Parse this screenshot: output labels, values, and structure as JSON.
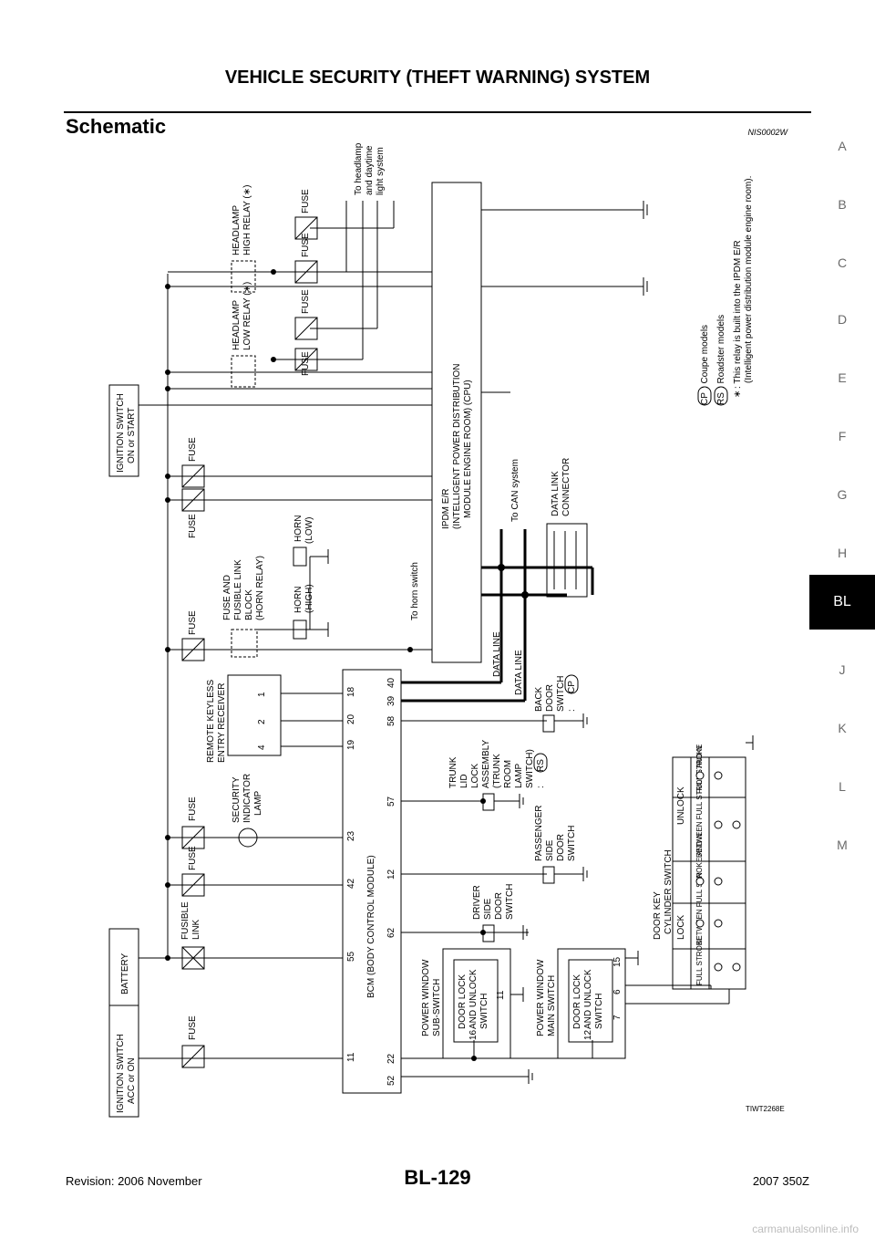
{
  "header": {
    "title": "VEHICLE SECURITY (THEFT WARNING) SYSTEM"
  },
  "section": {
    "title": "Schematic",
    "ref_code": "NIS0002W"
  },
  "side_nav": {
    "items": [
      "A",
      "B",
      "C",
      "D",
      "E",
      "F",
      "G",
      "H",
      "BL",
      "J",
      "K",
      "L",
      "M"
    ],
    "active": "BL"
  },
  "diagram": {
    "figure_id": "TIWT2268E",
    "power": {
      "ign_acc": [
        "IGNITION SWITCH",
        "ACC or ON"
      ],
      "battery": "BATTERY",
      "ign_start": [
        "IGNITION SWITCH",
        "ON or START"
      ],
      "fusible_link": [
        "FUSIBLE",
        "LINK"
      ],
      "fuse": "FUSE"
    },
    "components": {
      "security_lamp": [
        "SECURITY",
        "INDICATOR",
        "LAMP"
      ],
      "keyless": [
        "REMOTE KEYLESS",
        "ENTRY RECEIVER"
      ],
      "keyless_pins": [
        "4",
        "2",
        "1"
      ],
      "horn_relay_block": [
        "FUSE AND",
        "FUSIBLE LINK",
        "BLOCK",
        "(HORN RELAY)"
      ],
      "horn_high": [
        "HORN",
        "(HIGH)"
      ],
      "horn_low": [
        "HORN",
        "(LOW)"
      ],
      "hl_low_relay": [
        "HEADLAMP",
        "LOW RELAY (∗)"
      ],
      "hl_high_relay": [
        "HEADLAMP",
        "HIGH RELAY (∗)"
      ],
      "to_headlamp": [
        "To headlamp",
        "and daytime",
        "light system"
      ],
      "ipdm": [
        "IPDM E/R",
        "(INTELLIGENT POWER DISTRIBUTION",
        "MODULE ENGINE ROOM) (CPU)"
      ],
      "to_horn": "To horn switch",
      "to_can": "To CAN system",
      "data_link": [
        "DATA LINK",
        "CONNECTOR"
      ],
      "data_line": "DATA LINE",
      "bcm": "BCM (BODY CONTROL MODULE)",
      "back_door": [
        "BACK",
        "DOOR",
        "SWITCH"
      ],
      "trunk": [
        "TRUNK",
        "LID",
        "LOCK",
        "ASSEMBLY",
        "(TRUNK",
        "ROOM",
        "LAMP",
        "SWITCH)"
      ],
      "passenger_door": [
        "PASSENGER",
        "SIDE",
        "DOOR",
        "SWITCH"
      ],
      "driver_door": [
        "DRIVER",
        "SIDE",
        "DOOR",
        "SWITCH"
      ],
      "pw_sub": [
        "POWER WINDOW",
        "SUB-SWITCH"
      ],
      "pw_main": [
        "POWER WINDOW",
        "MAIN SWITCH"
      ],
      "door_lock_sw": [
        "DOOR LOCK",
        "AND UNLOCK",
        "SWITCH"
      ],
      "pw_sub_pins": [
        "16",
        "11"
      ],
      "pw_main_pins": [
        "12",
        "7",
        "6",
        "15"
      ],
      "key_cyl": [
        "DOOR KEY",
        "CYLINDER SWITCH"
      ],
      "key_cyl_hdr": [
        "LOCK",
        "UNLOCK"
      ],
      "key_cyl_cols": [
        "FULL STROKE",
        "BETWEEN FULL STROKE AND N",
        "N",
        "BETWEEN FULL STROKE AND N",
        "FULL STROKE"
      ]
    },
    "bcm_pins": {
      "top": [
        "11",
        "55",
        "42",
        "23",
        "19",
        "20",
        "18"
      ],
      "bottom": [
        "52",
        "22",
        "62",
        "12",
        "57",
        "58",
        "39",
        "40"
      ]
    },
    "legend": {
      "cp": "CP",
      "cp_text": ": Coupe models",
      "rs": "RS",
      "rs_text": ": Roadster models",
      "star": "∗",
      "star_text": ": This relay is built into the IPDM E/R",
      "star_text2": "(Intelligent power distribution module engine room)."
    },
    "colon": ":"
  },
  "footer": {
    "revision": "Revision: 2006 November",
    "page": "BL-129",
    "model": "2007 350Z"
  },
  "watermark": "carmanualsonline.info"
}
